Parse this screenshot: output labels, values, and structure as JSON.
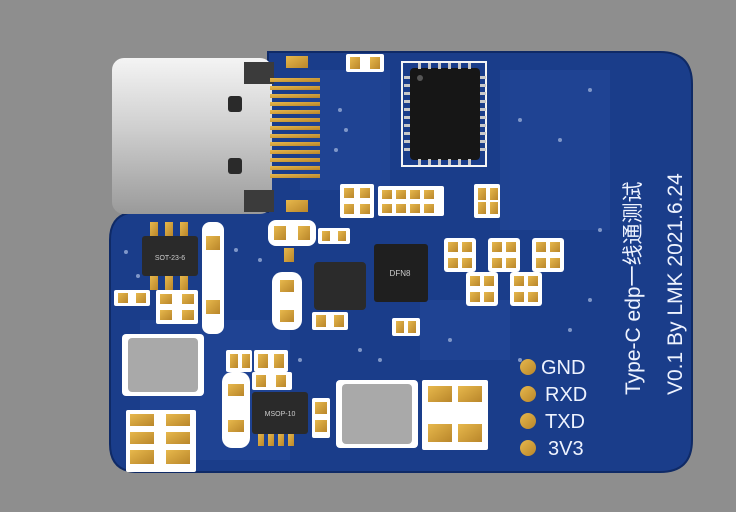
{
  "board": {
    "title_line": "Type-C edp一线通测试",
    "version_line": "V0.1 By LMK 2021.6.24",
    "chip_marks": {
      "dfn8": "DFN8",
      "sot23": "SOT-23-6",
      "msop": "MSOP-10"
    },
    "pins": [
      {
        "label": "GND"
      },
      {
        "label": "RXD"
      },
      {
        "label": "TXD"
      },
      {
        "label": "3V3"
      }
    ]
  },
  "colors": {
    "background": "#8e8e8e",
    "pcb": "#1a3d8a",
    "pad": "#d4a13a",
    "silkscreen": "#eef3ff"
  }
}
